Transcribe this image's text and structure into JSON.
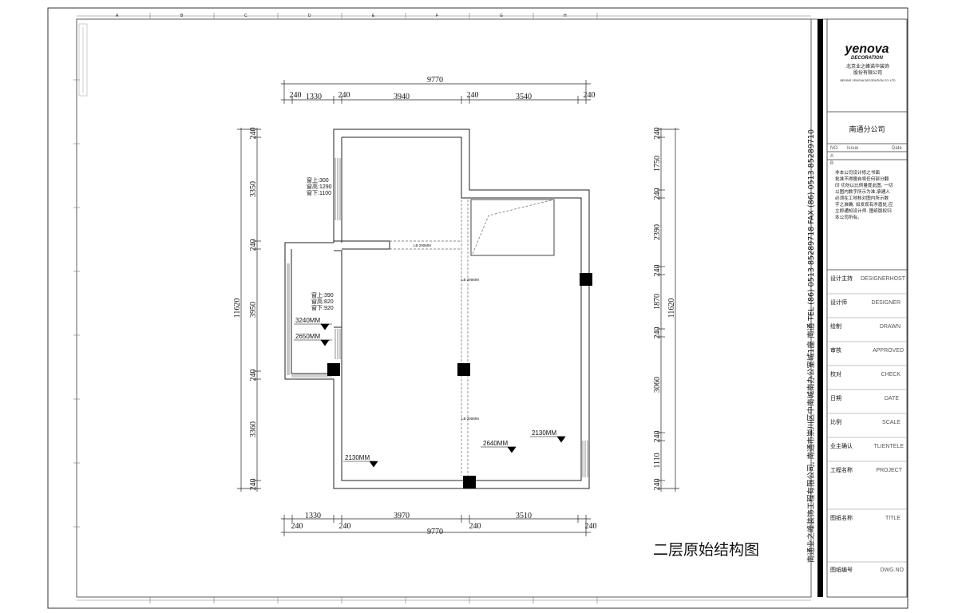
{
  "drawing": {
    "title": "二层原始结构图",
    "overall_top": "9770",
    "overall_bottom": "9770",
    "overall_left": "11620",
    "overall_right": "11620",
    "top_dims": [
      "240",
      "1330",
      "240",
      "3940",
      "240",
      "3540",
      "240"
    ],
    "bottom_dims": [
      "1330",
      "3970",
      "3510",
      "240",
      "240",
      "240",
      "240"
    ],
    "left_dims": [
      "240",
      "3350",
      "240",
      "3950",
      "240",
      "3360",
      "240"
    ],
    "right_dims": [
      "240",
      "1750",
      "240",
      "2390",
      "240",
      "1870",
      "240",
      "3060",
      "240",
      "1110",
      "240"
    ],
    "window1": [
      "窗上:300",
      "窗高:1290",
      "窗下:1100"
    ],
    "window2": [
      "窗上:390",
      "窗高:820",
      "窗下:920"
    ],
    "heights": [
      "3240MM",
      "2650MM",
      "2130MM",
      "2640MM",
      "2130MM"
    ],
    "beams": [
      "LB 290MM",
      "LB 290MM",
      "LB 290MM"
    ],
    "grid_letters": [
      "A",
      "B",
      "C",
      "D",
      "E",
      "F",
      "G",
      "H"
    ]
  },
  "titleblock": {
    "logo": "yenova",
    "logo_sub": "DECORATION",
    "company_cn": "北京业之峰诺华装饰",
    "company_cn2": "股份有限公司",
    "company_en": "BEIJING YENOVA DECORATION CO.,LTD",
    "branch": "南通分公司",
    "col_no": "NO.",
    "col_issue": "Issue",
    "col_date": "Date",
    "row1": "A",
    "row2": "B",
    "notes": [
      "非本公司设计修之书面",
      "批准不得擅自将任何部分翻",
      "印 切勿以比例量度此图, 一切",
      "以图内数字所示为准,承建人",
      "必须在工地核对图内所示数",
      "字之准确, 如发现有矛盾处,应",
      "立即通知设计师. 图纸版权归",
      "本公司所有。"
    ],
    "vertical_text": "南通业之峰装饰工程有限公司, 南通市崇川区中南城南办公室城1座    南通    TEL (86) 0513 85289718    FAX (86) 0513 85289710",
    "fields": [
      {
        "cn": "设计主持",
        "en": "DESIGNERHOST"
      },
      {
        "cn": "设计师",
        "en": "DESIGNER"
      },
      {
        "cn": "绘制",
        "en": "DRAWN"
      },
      {
        "cn": "审核",
        "en": "APPROVED"
      },
      {
        "cn": "校对",
        "en": "CHECK"
      },
      {
        "cn": "日期",
        "en": "DATE"
      },
      {
        "cn": "比例",
        "en": "SCALE"
      },
      {
        "cn": "业主确认",
        "en": "TLIENTELE"
      },
      {
        "cn": "工程名称",
        "en": "PROJECT"
      },
      {
        "cn": "图纸名称",
        "en": "TITLE"
      },
      {
        "cn": "图纸编号",
        "en": "DWG.NO"
      }
    ]
  }
}
